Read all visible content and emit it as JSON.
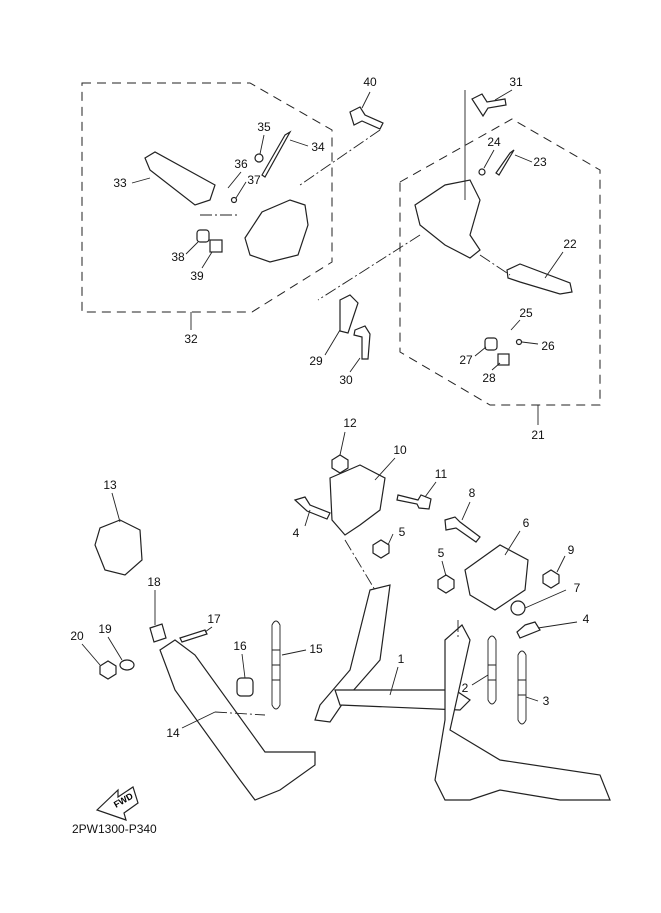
{
  "diagram": {
    "callouts": [
      "40",
      "31",
      "35",
      "34",
      "24",
      "23",
      "36",
      "33",
      "37",
      "22",
      "38",
      "39",
      "25",
      "26",
      "32",
      "29",
      "27",
      "30",
      "28",
      "21",
      "12",
      "10",
      "11",
      "13",
      "8",
      "4",
      "5",
      "6",
      "9",
      "5",
      "18",
      "7",
      "17",
      "4",
      "20",
      "19",
      "16",
      "15",
      "1",
      "2",
      "3",
      "14"
    ],
    "fwd_label": "FWD",
    "diagram_code": "2PW1300-P340"
  }
}
